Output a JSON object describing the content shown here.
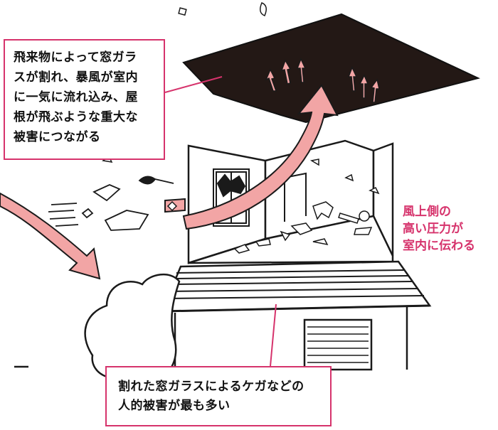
{
  "callouts": {
    "top": {
      "lines": [
        "飛来物によって窓ガラ",
        "スが割れ、暴風が室内",
        "に一気に流れ込み、屋",
        "根が飛ぶような重大な",
        "被害につながる"
      ]
    },
    "bottom": {
      "lines": [
        "割れた窓ガラスによるケガなどの",
        "人的被害が最も多い"
      ]
    },
    "side": {
      "lines": [
        "風上側の",
        "高い圧力が",
        "室内に伝わる"
      ]
    }
  },
  "colors": {
    "accent": "#d6336c",
    "arrow_fill": "#f2a5a5",
    "roof_fill": "#231815",
    "line": "#1a1a1a"
  }
}
